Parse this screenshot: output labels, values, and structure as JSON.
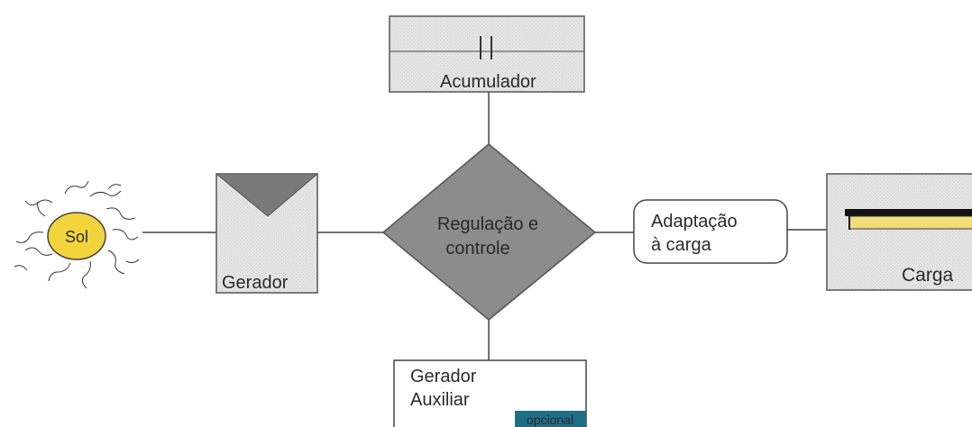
{
  "diagram": {
    "sun": {
      "label": "Sol"
    },
    "generator": {
      "label": "Gerador"
    },
    "accumulator": {
      "label": "Acumulador"
    },
    "regulation": {
      "line1": "Regulação e",
      "line2": "controle"
    },
    "adaptation": {
      "line1": "Adaptação",
      "line2": "à carga"
    },
    "load": {
      "label": "Carga"
    },
    "aux_generator": {
      "line1": "Gerador",
      "line2": "Auxiliar",
      "optional_tag": "opcional"
    },
    "colors": {
      "sun_fill": "#f2d43c",
      "diamond_fill": "#8c8c8c",
      "box_fill": "#e6e6e6",
      "optional_tag_bg": "#1f6e86",
      "load_bar_dark": "#111111",
      "load_bar_yellow": "#f0dc7a"
    }
  }
}
